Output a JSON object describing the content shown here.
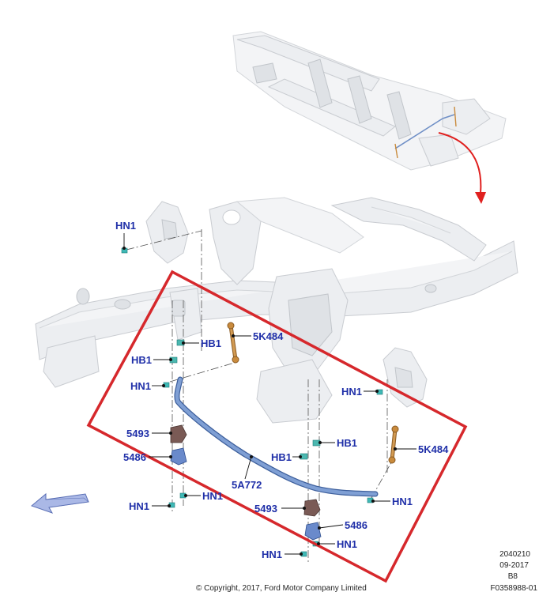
{
  "colors": {
    "callout_text": "#1f2fa8",
    "highlight_box": "#d6282c",
    "red_arrow": "#e0201f",
    "stabilizer_bar": "#6f8fc6",
    "link": "#c98b3d",
    "bushing": "#7a5a55",
    "bracket": "#5f7fc0",
    "nut": "#3fb9b6",
    "bolt": "#4bb8b0",
    "frame": "#eceef1",
    "direction_arrow": "#aab8e6"
  },
  "callouts": {
    "hn1_top": "HN1",
    "hb1_left_upper": "HB1",
    "hb1_left_lower": "HB1",
    "hn1_left_upper": "HN1",
    "link_left": "5K484",
    "bushing_left": "5493",
    "bracket_left": "5486",
    "bar": "5A772",
    "hn1_left_lower_a": "HN1",
    "hn1_left_lower_b": "HN1",
    "hn1_right_upper": "HN1",
    "hb1_right_upper": "HB1",
    "hb1_right_lower": "HB1",
    "link_right": "5K484",
    "hn1_right_mid": "HN1",
    "bushing_right": "5493",
    "bracket_right": "5486",
    "hn1_right_lower_a": "HN1",
    "hn1_right_lower_b": "HN1"
  },
  "meta": {
    "ref_number": "2040210",
    "date": "09-2017",
    "revision": "B8",
    "figure_id": "F0358988-01",
    "copyright": "© Copyright, 2017, Ford Motor Company Limited"
  },
  "icons": {
    "direction": "front-direction-arrow-icon",
    "zoom": "curved-red-arrow-icon"
  }
}
